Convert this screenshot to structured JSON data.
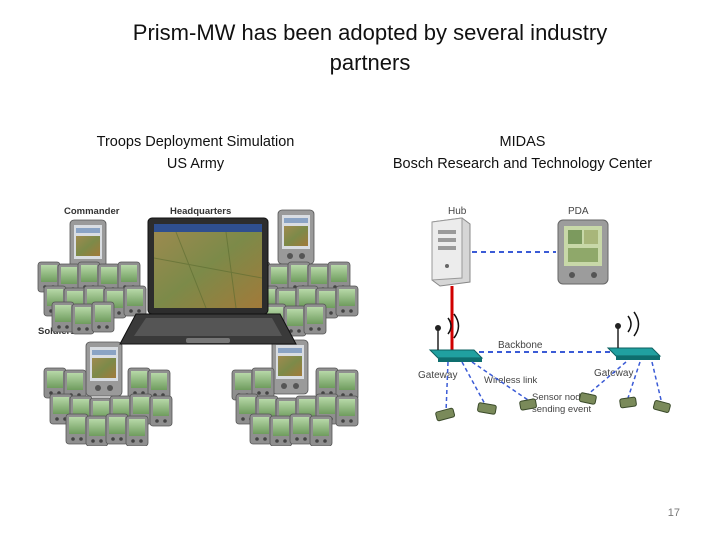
{
  "slide": {
    "title": "Prism-MW has been adopted by several industry partners",
    "page_number": "17"
  },
  "left_panel": {
    "caption_line1": "Troops Deployment Simulation",
    "caption_line2": "US Army",
    "figure_labels": {
      "commander": "Commander",
      "headquarters": "Headquarters",
      "soldiers": "Soldiers"
    }
  },
  "right_panel": {
    "caption_line1": "MIDAS",
    "caption_line2": "Bosch Research and Technology Center",
    "figure_labels": {
      "hub": "Hub",
      "pda": "PDA",
      "backbone": "Backbone",
      "gateway_left": "Gateway",
      "gateway_right": "Gateway",
      "wireless_link": "Wireless link",
      "sensor_line1": "Sensor node",
      "sensor_line2": "sending event"
    }
  },
  "colors": {
    "backbone_line": "#d00000",
    "wireless_link": "#3b5bd6",
    "gateway": "#1a8c8c"
  }
}
